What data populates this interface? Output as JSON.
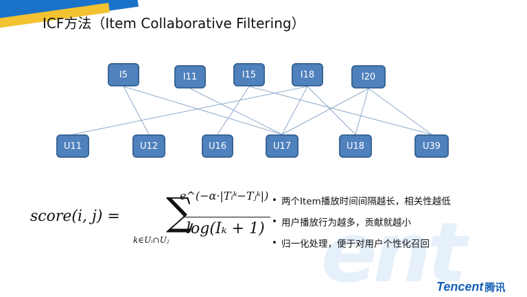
{
  "title": "ICF方法（Item Collaborative Filtering）",
  "items": [
    {
      "id": "I5",
      "label": "I5"
    },
    {
      "id": "I11",
      "label": "I11"
    },
    {
      "id": "I15",
      "label": "I15"
    },
    {
      "id": "I18",
      "label": "I18"
    },
    {
      "id": "I20",
      "label": "I20"
    }
  ],
  "users": [
    {
      "id": "U11",
      "label": "U11"
    },
    {
      "id": "U12",
      "label": "U12"
    },
    {
      "id": "U16",
      "label": "U16"
    },
    {
      "id": "U17",
      "label": "U17"
    },
    {
      "id": "U18",
      "label": "U18"
    },
    {
      "id": "U39",
      "label": "U39"
    }
  ],
  "edges": [
    [
      "I5",
      "U12"
    ],
    [
      "I5",
      "U17"
    ],
    [
      "I11",
      "U17"
    ],
    [
      "I15",
      "U16"
    ],
    [
      "I15",
      "U39"
    ],
    [
      "I18",
      "U11"
    ],
    [
      "I18",
      "U17"
    ],
    [
      "I18",
      "U18"
    ],
    [
      "I20",
      "U17"
    ],
    [
      "I20",
      "U18"
    ],
    [
      "I20",
      "U39"
    ]
  ],
  "formula": {
    "lhs": "score(i, j) =",
    "sigma": "∑",
    "sum_sub": "k∈Uᵢ∩Uⱼ",
    "numerator": "e^(−α·|Tᵢᵏ−Tⱼᵏ|)",
    "denominator": "log(Iₖ + 1)"
  },
  "bullets": [
    "两个Item播放时间间隔越长，相关性越低",
    "用户播放行为越多，贡献就越小",
    "归一化处理，便于对用户个性化召回"
  ],
  "bullet_symbol": "•",
  "brand": {
    "name": "Tencent",
    "cn": "腾讯"
  },
  "colors": {
    "node_fill": "#4f81bd",
    "node_border": "#3a6595",
    "edge": "#8aa7c8",
    "brand": "#1560b5"
  }
}
